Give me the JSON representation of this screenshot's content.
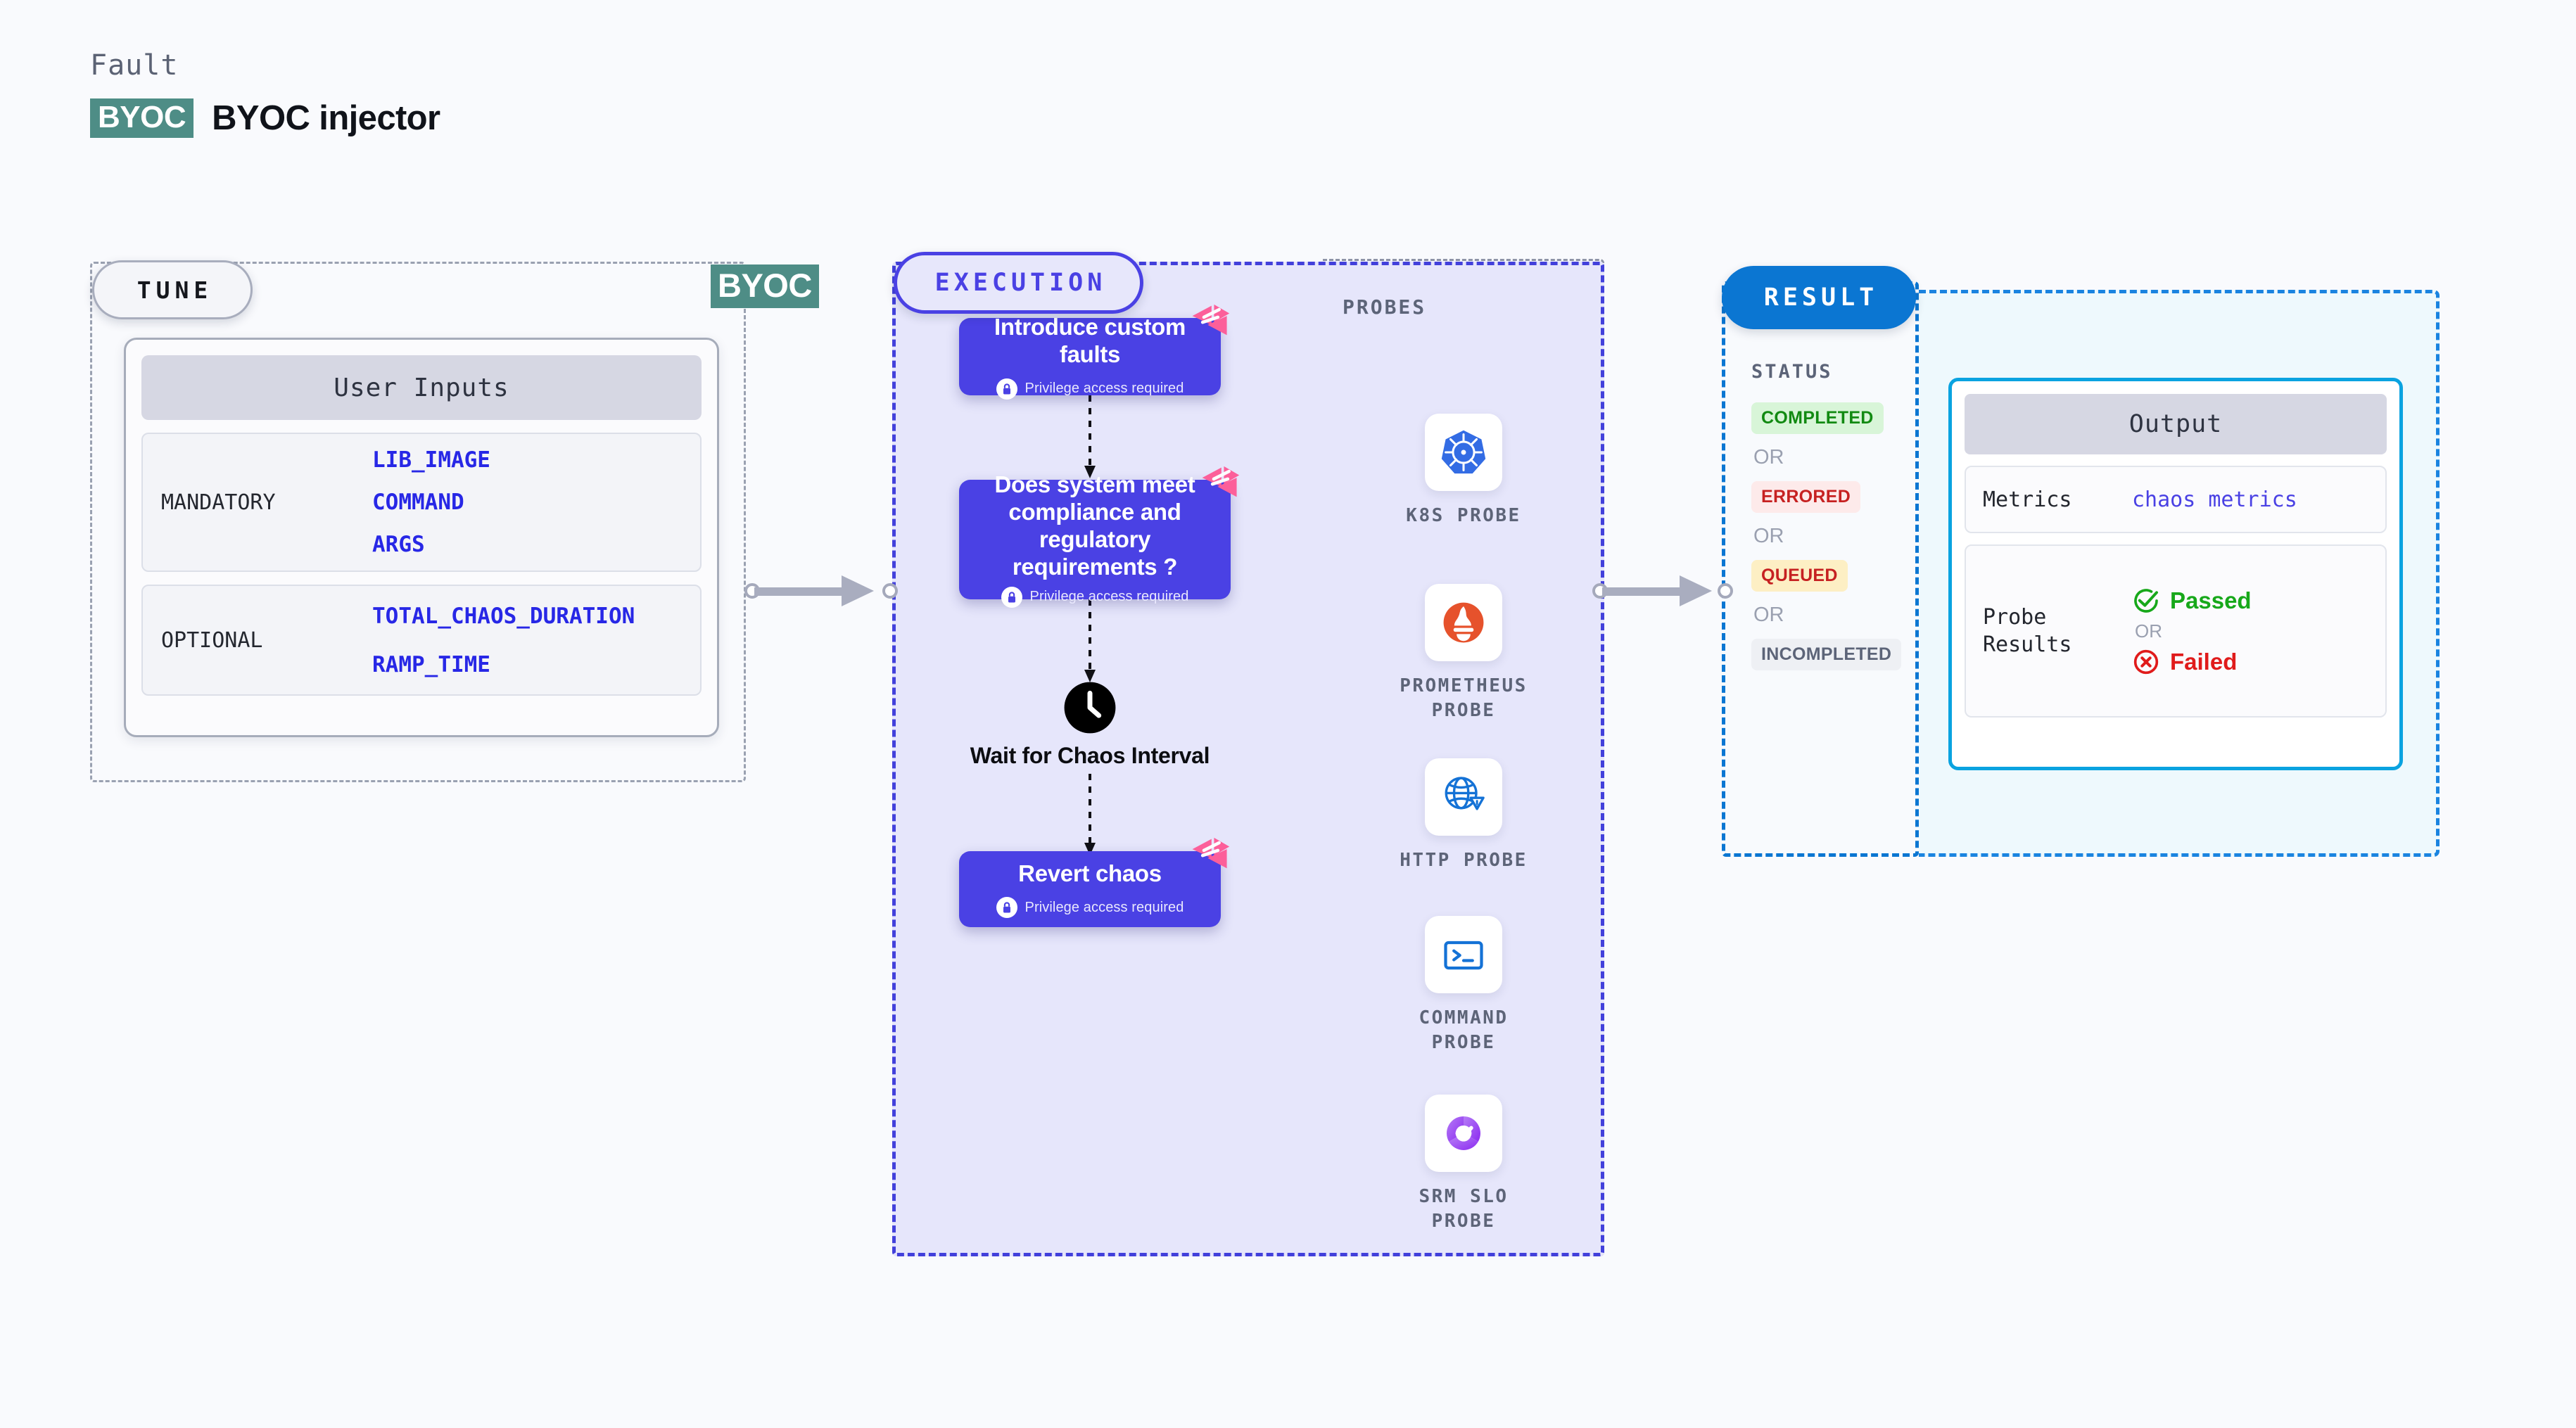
{
  "header": {
    "eyebrow": "Fault",
    "badge": "BYOC",
    "title": "BYOC injector"
  },
  "tune": {
    "pill_label": "TUNE",
    "edge_badge": "BYOC",
    "card_header": "User Inputs",
    "groups": [
      {
        "label": "MANDATORY",
        "values": [
          "LIB_IMAGE",
          "COMMAND",
          "ARGS"
        ]
      },
      {
        "label": "OPTIONAL",
        "values": [
          "TOTAL_CHAOS_DURATION",
          "RAMP_TIME"
        ]
      }
    ]
  },
  "execution": {
    "pill_label": "EXECUTION",
    "privilege_note": "Privilege access required",
    "nodes": [
      {
        "title": "Introduce custom faults",
        "privileged": true,
        "ribbon": true
      },
      {
        "title": "Does system meet compliance and regulatory requirements ?",
        "privileged": true,
        "ribbon": true
      },
      {
        "title": "Wait for Chaos Interval",
        "icon": "clock-icon",
        "privileged": false,
        "ribbon": false
      },
      {
        "title": "Revert chaos",
        "privileged": true,
        "ribbon": true
      }
    ]
  },
  "probes": {
    "section_label": "PROBES",
    "items": [
      {
        "label": "K8S PROBE",
        "icon": "kubernetes-icon"
      },
      {
        "label": "PROMETHEUS PROBE",
        "icon": "prometheus-icon"
      },
      {
        "label": "HTTP PROBE",
        "icon": "http-globe-icon"
      },
      {
        "label": "COMMAND PROBE",
        "icon": "terminal-icon"
      },
      {
        "label": "SRM SLO PROBE",
        "icon": "srm-slo-icon"
      }
    ]
  },
  "result": {
    "pill_label": "RESULT",
    "status_label": "STATUS",
    "or_label": "OR",
    "statuses": [
      {
        "label": "COMPLETED",
        "bg": "#d8f5d8",
        "fg": "#128a12"
      },
      {
        "label": "ERRORED",
        "bg": "#fdeaea",
        "fg": "#c62121"
      },
      {
        "label": "QUEUED",
        "bg": "#fdefc4",
        "fg": "#c62121"
      },
      {
        "label": "INCOMPLETED",
        "bg": "#eef0f4",
        "fg": "#5c6478"
      }
    ],
    "output": {
      "header": "Output",
      "metrics_key": "Metrics",
      "metrics_value": "chaos metrics",
      "probe_results_key": "Probe Results",
      "passed_label": "Passed",
      "failed_label": "Failed",
      "or_label": "OR",
      "passed_color": "#17a81a",
      "failed_color": "#e01b1b"
    }
  },
  "colors": {
    "page_bg": "#f9fafd",
    "node_purple": "#4a41e4",
    "exec_fill": "#e6e6fb",
    "result_blue": "#0b76d2",
    "result_fill": "#eef9fd",
    "byoc_teal": "#4e8d86",
    "ribbon_pink": "#fc5f9a",
    "connector_gray": "#a9adbf"
  }
}
